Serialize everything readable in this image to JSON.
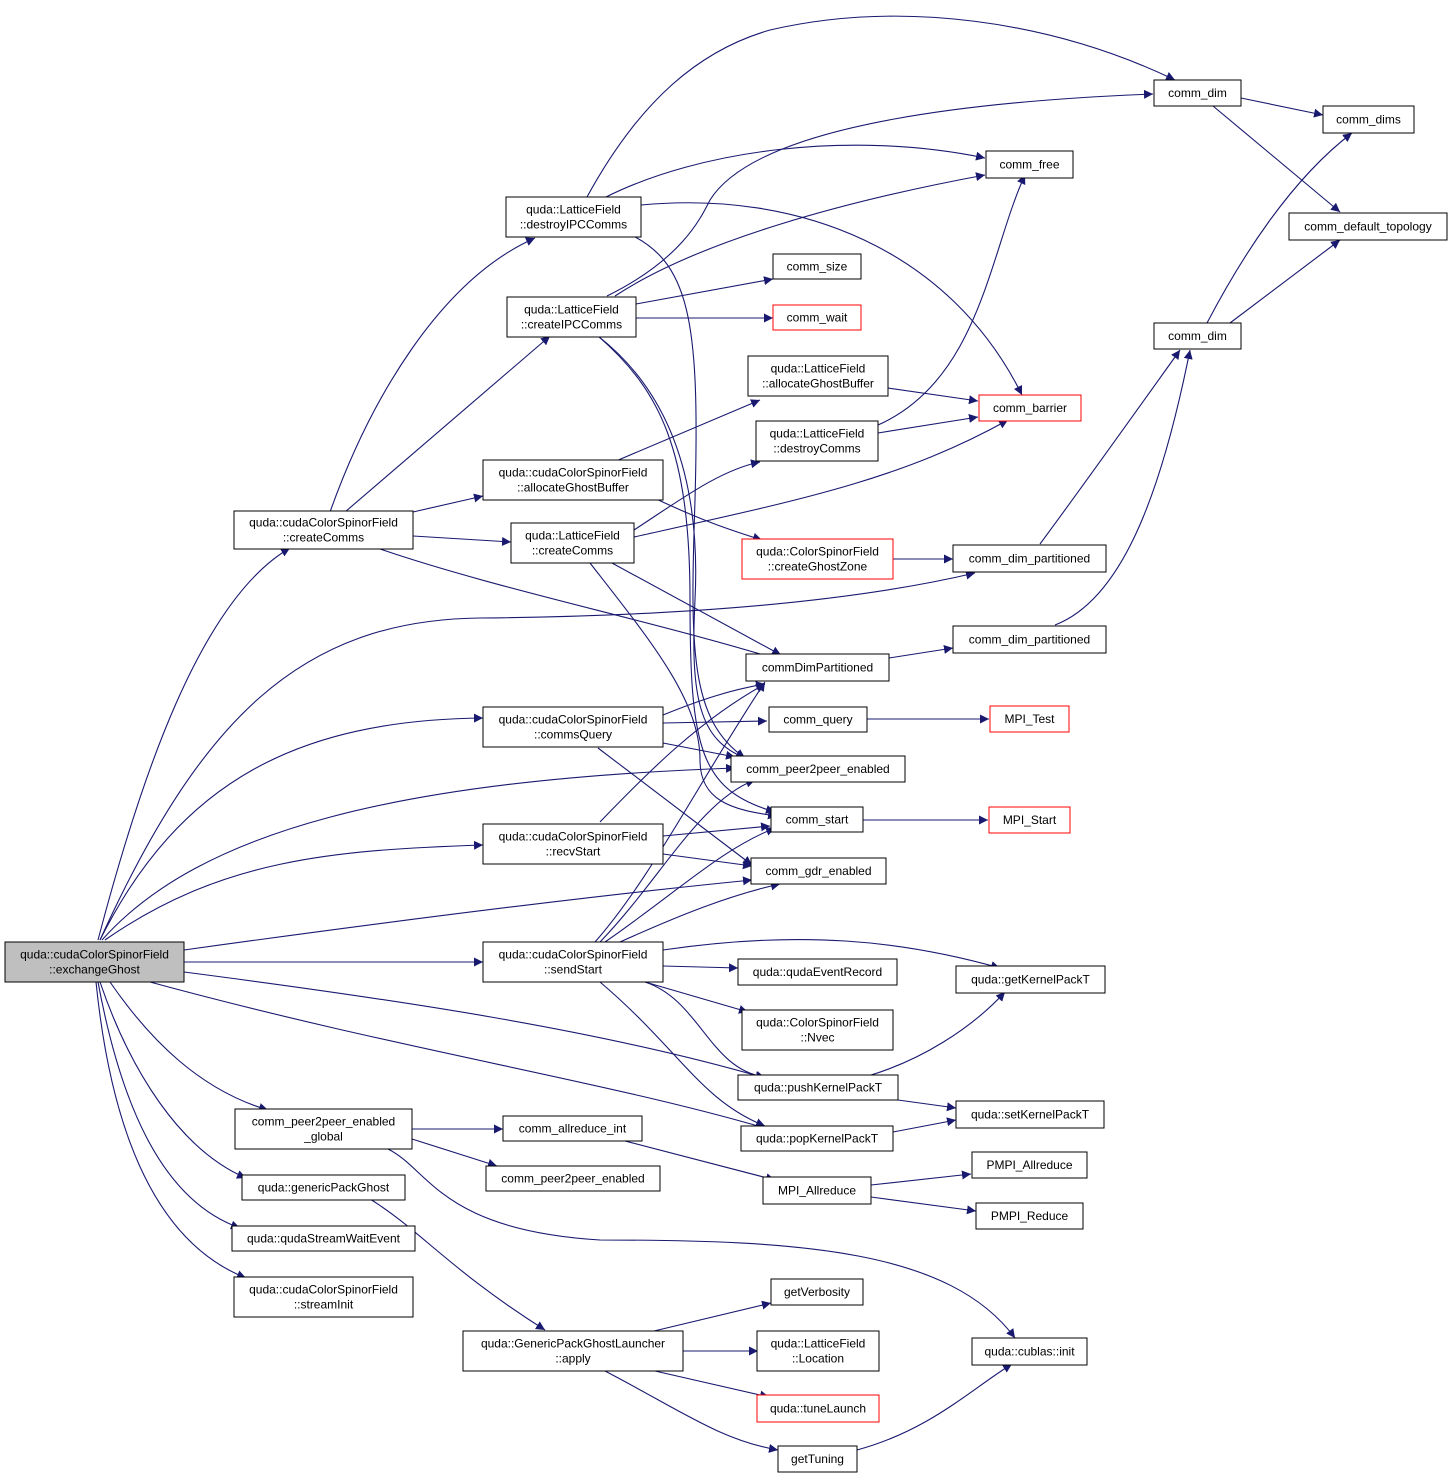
{
  "colors": {
    "edge": "#191970",
    "node_border": "#000000",
    "truncated_border": "#ff0000",
    "root_fill": "#bfbfbf"
  },
  "nodes": {
    "root": [
      "quda::cudaColorSpinorField",
      "::exchangeGhost"
    ],
    "createComms": [
      "quda::cudaColorSpinorField",
      "::createComms"
    ],
    "destroyIPCComms": [
      "quda::LatticeField",
      "::destroyIPCComms"
    ],
    "createIPCComms": [
      "quda::LatticeField",
      "::createIPCComms"
    ],
    "allocGhostCSF": [
      "quda::cudaColorSpinorField",
      "::allocateGhostBuffer"
    ],
    "createCommsLF": [
      "quda::LatticeField",
      "::createComms"
    ],
    "commsQuery": [
      "quda::cudaColorSpinorField",
      "::commsQuery"
    ],
    "recvStart": [
      "quda::cudaColorSpinorField",
      "::recvStart"
    ],
    "sendStart": [
      "quda::cudaColorSpinorField",
      "::sendStart"
    ],
    "p2pGlobal": [
      "comm_peer2peer_enabled",
      "_global"
    ],
    "genericPack": [
      "quda::genericPackGhost"
    ],
    "streamWait": [
      "quda::qudaStreamWaitEvent"
    ],
    "streamInit": [
      "quda::cudaColorSpinorField",
      "::streamInit"
    ],
    "allreduceInt": [
      "comm_allreduce_int"
    ],
    "p2pEnabled2": [
      "comm_peer2peer_enabled"
    ],
    "launcher": [
      "quda::GenericPackGhostLauncher",
      "::apply"
    ],
    "commSize": [
      "comm_size"
    ],
    "commWait": [
      "comm_wait"
    ],
    "allocGhostLF": [
      "quda::LatticeField",
      "::allocateGhostBuffer"
    ],
    "destroyCommsLF": [
      "quda::LatticeField",
      "::destroyComms"
    ],
    "createGhostZone": [
      "quda::ColorSpinorField",
      "::createGhostZone"
    ],
    "commDimPart": [
      "commDimPartitioned"
    ],
    "commQuery": [
      "comm_query"
    ],
    "p2pEnabled": [
      "comm_peer2peer_enabled"
    ],
    "commStart": [
      "comm_start"
    ],
    "gdrEnabled": [
      "comm_gdr_enabled"
    ],
    "eventRecord": [
      "quda::qudaEventRecord"
    ],
    "nvec": [
      "quda::ColorSpinorField",
      "::Nvec"
    ],
    "pushKernel": [
      "quda::pushKernelPackT"
    ],
    "popKernel": [
      "quda::popKernelPackT"
    ],
    "mpiAllreduce": [
      "MPI_Allreduce"
    ],
    "getVerbosity": [
      "getVerbosity"
    ],
    "location": [
      "quda::LatticeField",
      "::Location"
    ],
    "tuneLaunch": [
      "quda::tuneLaunch"
    ],
    "getTuning": [
      "getTuning"
    ],
    "commFree": [
      "comm_free"
    ],
    "commBarrier": [
      "comm_barrier"
    ],
    "commDimPart2": [
      "comm_dim_partitioned"
    ],
    "commDimPart3": [
      "comm_dim_partitioned"
    ],
    "mpiTest": [
      "MPI_Test"
    ],
    "mpiStart": [
      "MPI_Start"
    ],
    "getKernelPack": [
      "quda::getKernelPackT"
    ],
    "setKernelPack": [
      "quda::setKernelPackT"
    ],
    "pmpiAllreduce": [
      "PMPI_Allreduce"
    ],
    "pmpiReduce": [
      "PMPI_Reduce"
    ],
    "cublasInit": [
      "quda::cublas::init"
    ],
    "commDim1": [
      "comm_dim"
    ],
    "commDim2": [
      "comm_dim"
    ],
    "commDims": [
      "comm_dims"
    ],
    "commDefTopo": [
      "comm_default_topology"
    ]
  }
}
